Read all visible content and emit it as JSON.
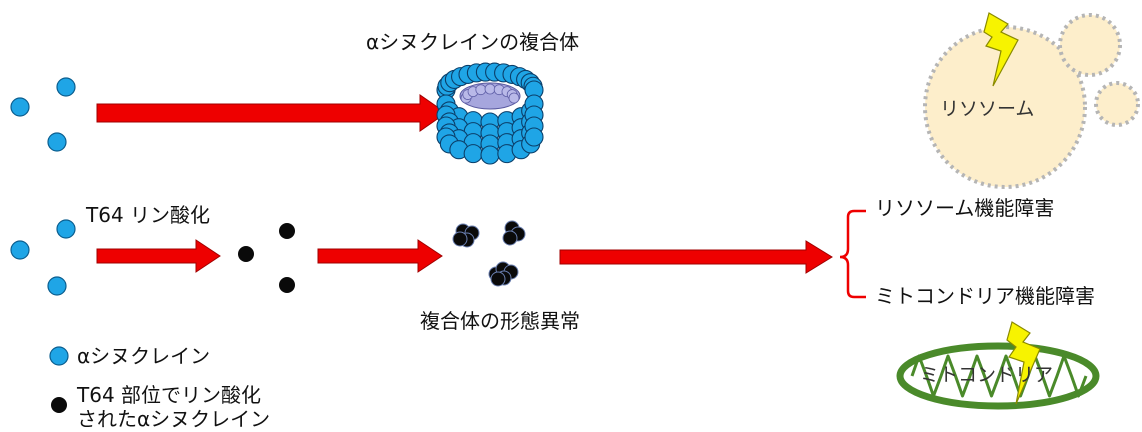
{
  "top_path": {
    "complex_label": "αシヌクレインの複合体"
  },
  "bottom_path": {
    "phospho_label": "T64 リン酸化",
    "abnormal_label": "複合体の形態異常"
  },
  "outcomes": [
    {
      "label": "リソソーム機能障害"
    },
    {
      "label": "ミトコンドリア機能障害"
    }
  ],
  "organelles": {
    "lysosome_label": "リソソーム",
    "mitochondria_label": "ミトコンドリア"
  },
  "legend": {
    "items": [
      {
        "label": "αシヌクレイン",
        "color": "#1fa5e6"
      },
      {
        "label_line1": "T64 部位でリン酸化",
        "label_line2": "されたαシヌクレイン",
        "color": "#0a0a0a"
      }
    ]
  },
  "colors": {
    "arrow_red": "#ee0000",
    "synuclein_blue": "#1fa5e6",
    "phospho_black": "#0a0a0a",
    "lysosome_fill": "#fdeecb",
    "mito_green": "#4a8a2a",
    "lightning_yellow": "#f7f300"
  },
  "icons": [
    "lightning-bolt-icon",
    "lightning-bolt-icon"
  ]
}
